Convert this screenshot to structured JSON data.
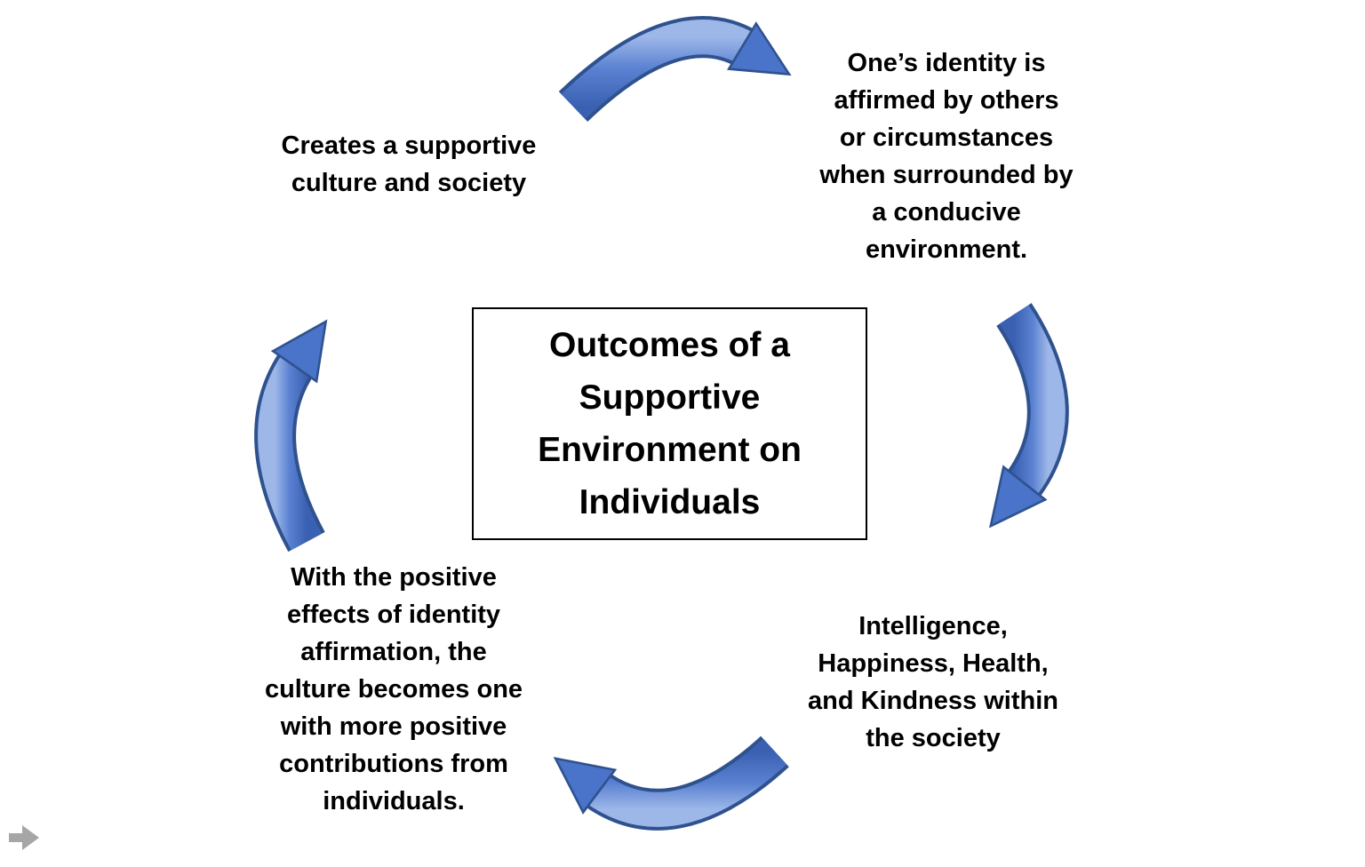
{
  "slide": {
    "center_box": {
      "title": "Outcomes of a\nSupportive\nEnvironment on\nIndividuals"
    },
    "nodes": [
      {
        "id": "top-left",
        "text": "Creates a supportive\nculture and society"
      },
      {
        "id": "top-right",
        "text": "One’s identity is\naffirmed by others\nor circumstances\nwhen surrounded by\na conducive\nenvironment."
      },
      {
        "id": "bottom-right",
        "text": "Intelligence,\nHappiness, Health,\nand Kindness within\nthe society"
      },
      {
        "id": "bottom-left",
        "text": "With the positive\neffects of identity\naffirmation, the\nculture becomes one\nwith more positive\ncontributions from\nindividuals."
      }
    ],
    "arrows": [
      {
        "id": "top",
        "direction": "left-to-right"
      },
      {
        "id": "right",
        "direction": "top-to-bottom"
      },
      {
        "id": "bottom",
        "direction": "right-to-left"
      },
      {
        "id": "left",
        "direction": "bottom-to-top"
      }
    ],
    "colors": {
      "arrow_fill": "#4a74c9",
      "arrow_fill_light": "#9db7e8",
      "arrow_fill_dark": "#3a60b2",
      "arrow_outline": "#2f528f",
      "text": "#000000",
      "box_border": "#000000",
      "nav_arrow": "#a6a6a6"
    },
    "nav": {
      "next_icon": "right-arrow"
    }
  }
}
